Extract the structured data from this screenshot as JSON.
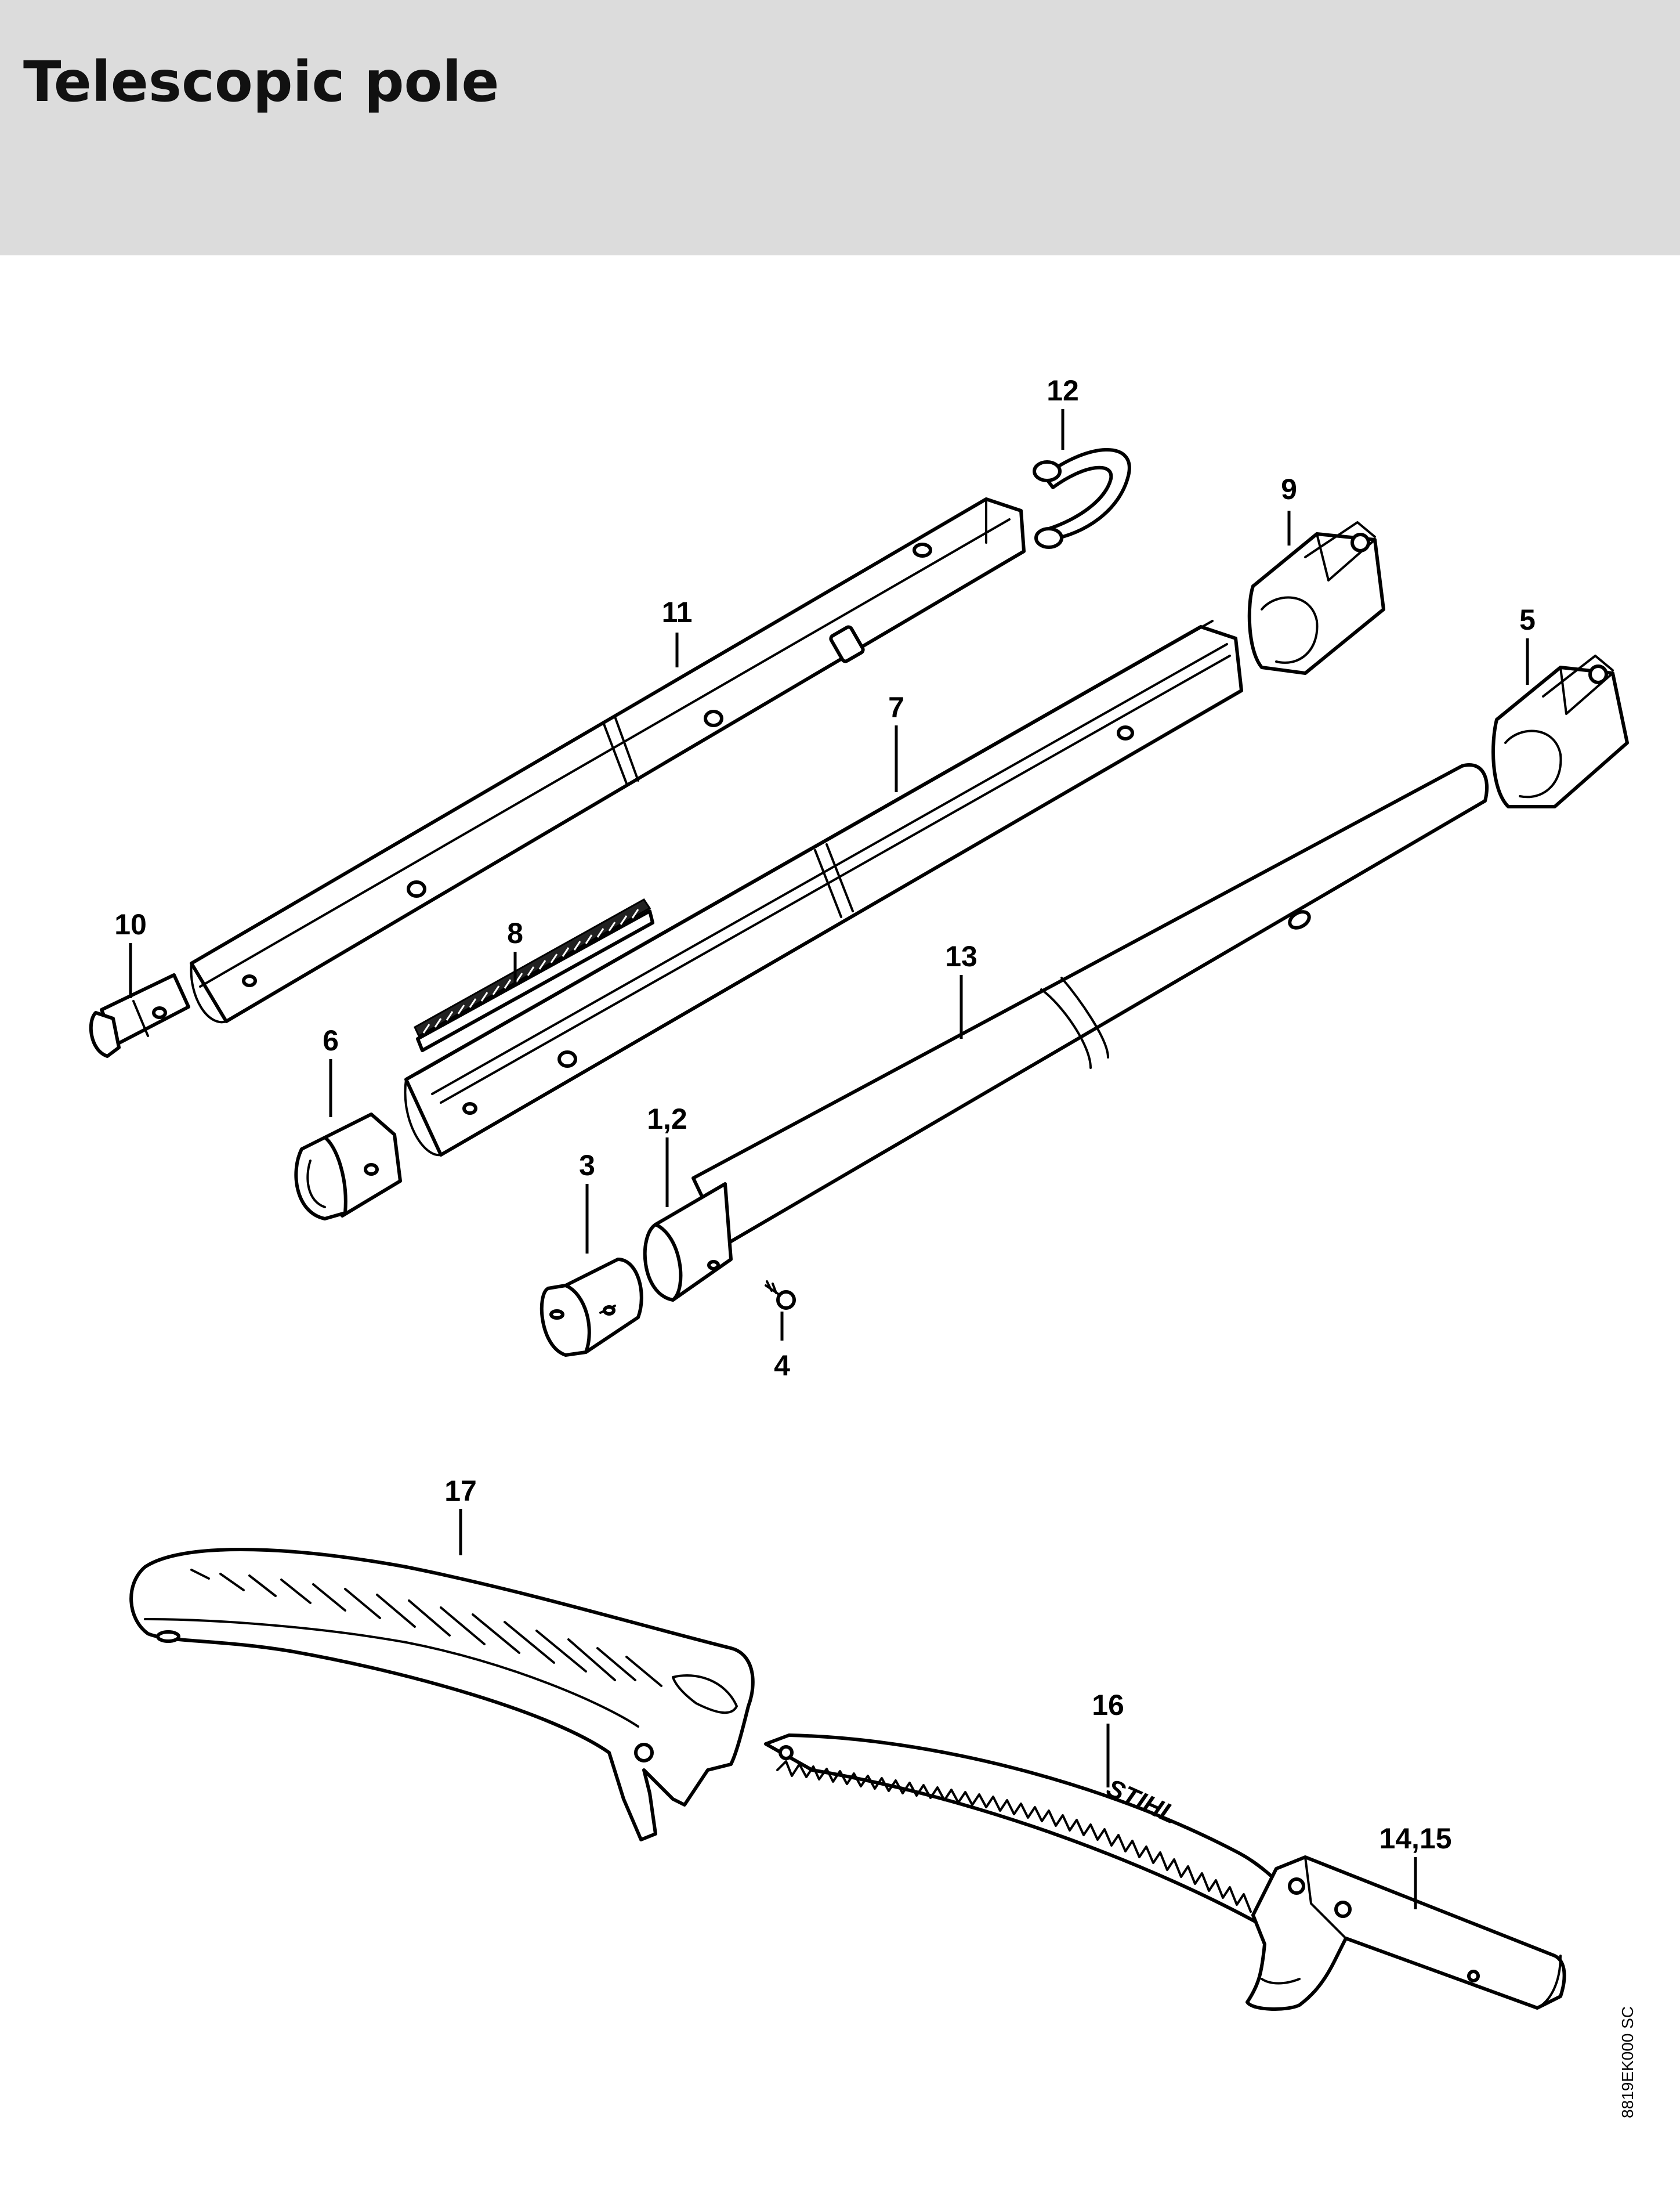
{
  "page": {
    "title": "Telescopic pole",
    "doc_code": "8819EK000 SC"
  },
  "colors": {
    "header_bg": "#dcdcdc",
    "line": "#000000",
    "fill": "#ffffff"
  },
  "callouts": {
    "p12": "12",
    "p9": "9",
    "p11": "11",
    "p5": "5",
    "p7": "7",
    "p10": "10",
    "p8": "8",
    "p13": "13",
    "p6": "6",
    "p1_2": "1,2",
    "p3": "3",
    "p4": "4",
    "p17": "17",
    "p16": "16",
    "p14_15": "14,15"
  },
  "saw_brand": "STIHL"
}
